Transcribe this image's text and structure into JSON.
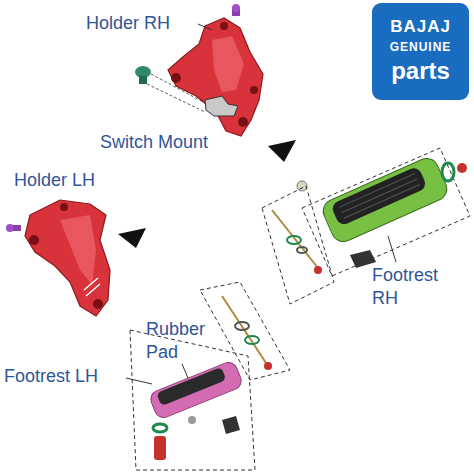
{
  "diagram": {
    "nodes": [
      {
        "text": [
          "BAJAJ",
          "GENUINE",
          "parts"
        ]
      }
    ],
    "labels": [
      "Holder RH",
      "Switch Mount",
      "Holder LH",
      "Footrest RH",
      "Rubber Pad",
      "Footrest LH"
    ]
  }
}
